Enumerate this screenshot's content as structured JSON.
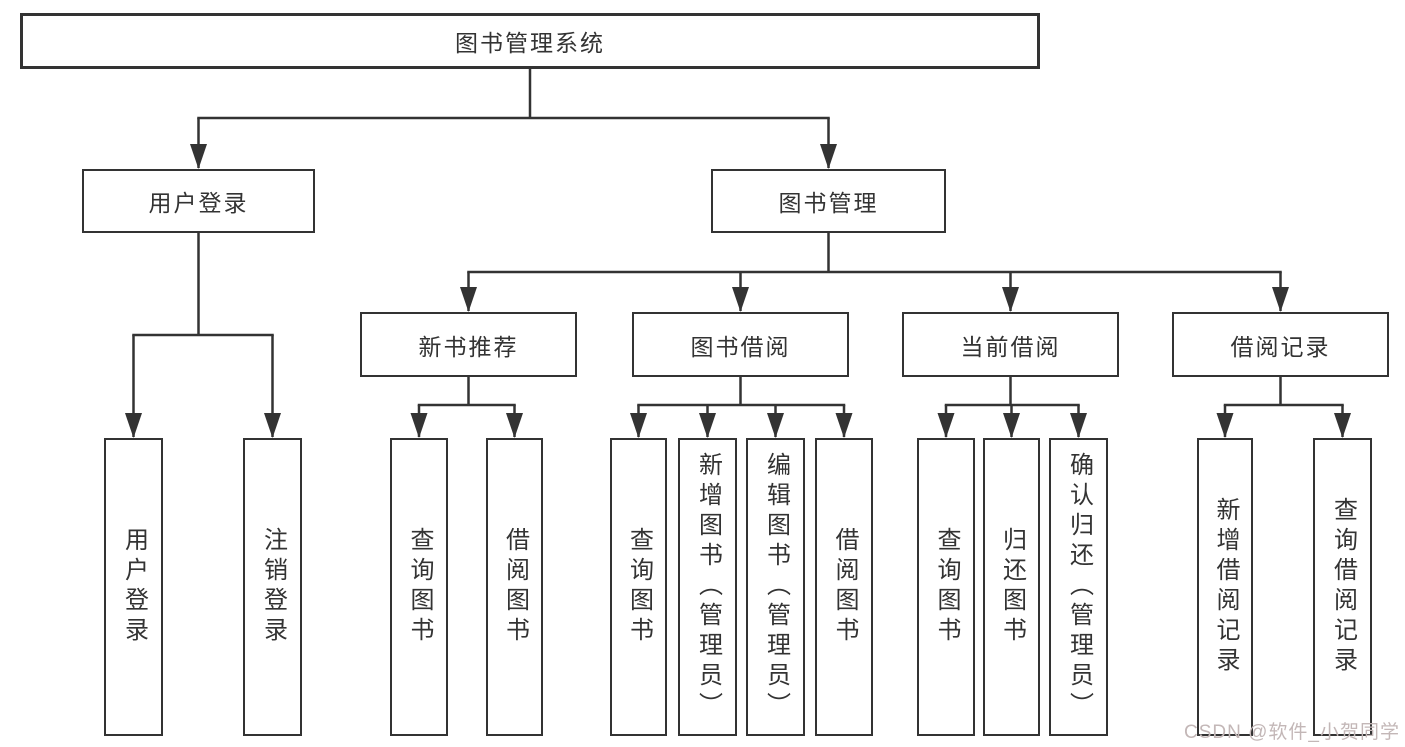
{
  "diagram": {
    "root": {
      "label": "图书管理系统"
    },
    "level2": [
      {
        "label": "用户登录"
      },
      {
        "label": "图书管理"
      }
    ],
    "level3": [
      {
        "label": "新书推荐"
      },
      {
        "label": "图书借阅"
      },
      {
        "label": "当前借阅"
      },
      {
        "label": "借阅记录"
      }
    ],
    "leaves": {
      "user_login": [
        {
          "label": "用户登录"
        },
        {
          "label": "注销登录"
        }
      ],
      "new_book": [
        {
          "label": "查询图书"
        },
        {
          "label": "借阅图书"
        }
      ],
      "book_borrow": [
        {
          "label": "查询图书"
        },
        {
          "label": "新增图书（管理员）"
        },
        {
          "label": "编辑图书（管理员）"
        },
        {
          "label": "借阅图书"
        }
      ],
      "current_borrow": [
        {
          "label": "查询图书"
        },
        {
          "label": "归还图书"
        },
        {
          "label": "确认归还（管理员）"
        }
      ],
      "borrow_record": [
        {
          "label": "新增借阅记录"
        },
        {
          "label": "查询借阅记录"
        }
      ]
    },
    "watermark": "CSDN @软件_小贺同学",
    "colors": {
      "line": "#333333",
      "text": "#333333",
      "background": "#ffffff",
      "watermark": "#c3b7b7"
    }
  }
}
